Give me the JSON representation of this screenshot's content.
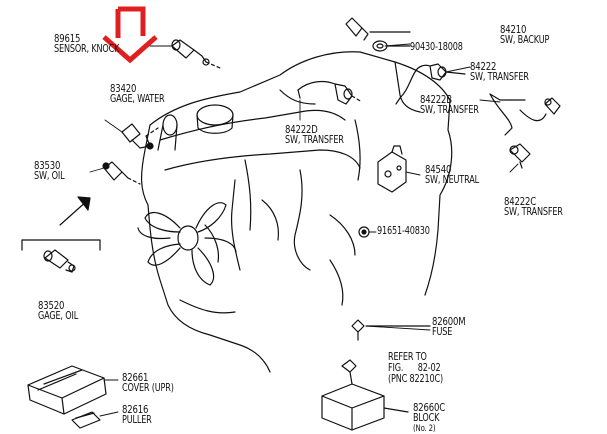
{
  "highlight_color": "#e02020",
  "line_color": "#111111",
  "parts": [
    {
      "id": "89615",
      "number": "89615",
      "name": "SENSOR, KNOCK"
    },
    {
      "id": "83420",
      "number": "83420",
      "name": "GAGE, WATER"
    },
    {
      "id": "83530",
      "number": "83530",
      "name": "SW, OIL"
    },
    {
      "id": "83520",
      "number": "83520",
      "name": "GAGE, OIL"
    },
    {
      "id": "84210",
      "number": "84210",
      "name": "SW, BACKUP"
    },
    {
      "id": "90430",
      "number": "90430-18008",
      "name": ""
    },
    {
      "id": "84222",
      "number": "84222",
      "name": "SW, TRANSFER"
    },
    {
      "id": "84222B",
      "number": "84222B",
      "name": "SW, TRANSFER"
    },
    {
      "id": "84222D",
      "number": "84222D",
      "name": "SW, TRANSFER"
    },
    {
      "id": "84540",
      "number": "84540",
      "name": "SW, NEUTRAL"
    },
    {
      "id": "84222C",
      "number": "84222C",
      "name": "SW, TRANSFER"
    },
    {
      "id": "91651",
      "number": "91651-40830",
      "name": ""
    },
    {
      "id": "82600M",
      "number": "82600M",
      "name": "FUSE"
    },
    {
      "id": "refer",
      "line1": "REFER TO",
      "line2": "FIG.",
      "fig": "82-02",
      "pnc": "(PNC 82210C)"
    },
    {
      "id": "82661",
      "number": "82661",
      "name": "COVER (UPR)"
    },
    {
      "id": "82616",
      "number": "82616",
      "name": "PULLER"
    },
    {
      "id": "82660C",
      "number": "82660C",
      "name": "BLOCK",
      "note": "(No. 2)"
    }
  ]
}
